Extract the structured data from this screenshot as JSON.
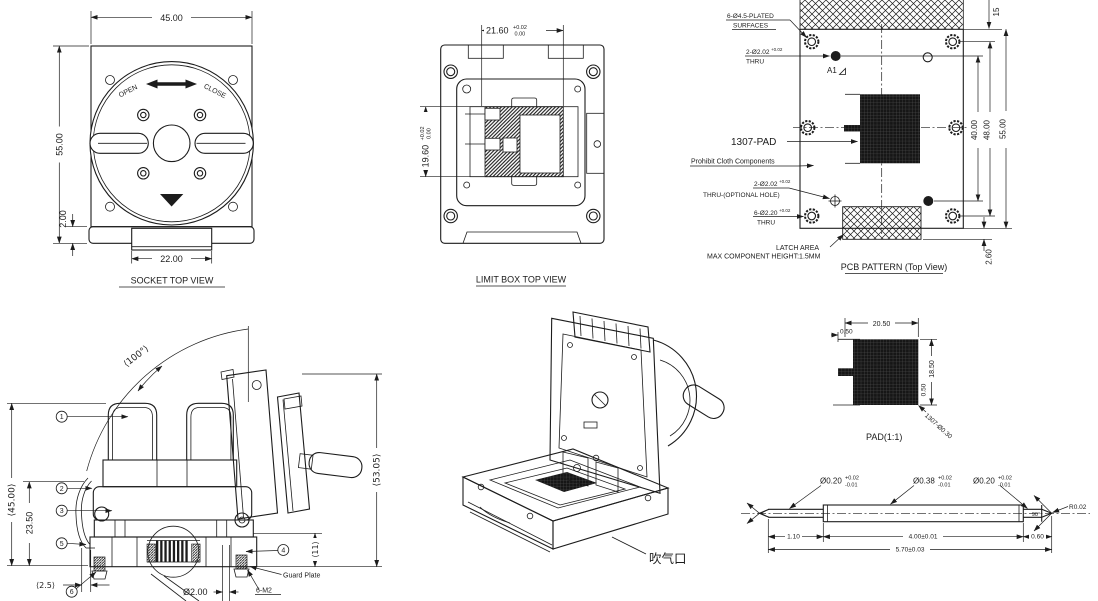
{
  "palette": {
    "ink": "#1c1c1c",
    "background": "#ffffff"
  },
  "socket": {
    "title": "SOCKET TOP VIEW",
    "open": "OPEN",
    "close": "CLOSE",
    "w": "45.00",
    "h": "55.00",
    "base": "2.00",
    "tab": "22.00"
  },
  "limitbox": {
    "title": "LIMIT BOX  TOP VIEW",
    "w": "21.60",
    "w_tu": "+0.02",
    "w_td": "0.00",
    "h": "19.60",
    "h_tu": "+0.02",
    "h_td": "0.00"
  },
  "pcb": {
    "title": "PCB PATTERN (Top View)",
    "plated1": "6-Ø4.5-PLATED",
    "plated2": "SURFACES",
    "thru_a": "2-Ø2.02",
    "thru_a_tol": "+0.02",
    "thru_a2": "THRU",
    "a1": "A1",
    "pad": "1307-PAD",
    "prohibit": "Prohibit Cloth Components",
    "opt": "2-Ø2.02",
    "opt_tol": "+0.02",
    "opt2": "THRU-(OPTIONAL HOLE)",
    "thru_b": "6-Ø2.20",
    "thru_b_tol": "+0.02",
    "thru_b2": "THRU",
    "latch1": "LATCH AREA",
    "latch2": "MAX COMPONENT HEIGHT:1.5MM",
    "d15": "15",
    "d40": "40.00",
    "d48": "48.00",
    "d55": "55.00",
    "d26": "2.60"
  },
  "side": {
    "angle": "⟨100°⟩",
    "d5305": "⟨53.05⟩",
    "d45": "⟨45.00⟩",
    "d235": "23.50",
    "d25": "⟨2.5⟩",
    "d11": "⟨11⟩",
    "d200": "Ø2.00",
    "m2": "6-M2",
    "guard": "Guard Plate",
    "balloons": [
      "1",
      "2",
      "3",
      "4",
      "5",
      "6"
    ]
  },
  "iso": {
    "blow": "吹气口"
  },
  "pad": {
    "title": "PAD(1:1)",
    "w": "20.50",
    "off_top": "0.50",
    "h": "18.50",
    "off_bot": "0.50",
    "leader": "1307-Ø0.30"
  },
  "pin": {
    "d_left": "Ø0.20",
    "d_left_tu": "+0.02",
    "d_left_td": "-0.01",
    "d_mid": "Ø0.38",
    "d_mid_tu": "+0.02",
    "d_mid_td": "-0.01",
    "d_right": "Ø0.20",
    "d_right_tu": "+0.02",
    "d_right_td": "-0.01",
    "r": "R0.02",
    "angle": "90°",
    "l1": "1.10",
    "l2": "4.00±0.01",
    "l3": "0.60",
    "total": "5.70±0.03"
  }
}
